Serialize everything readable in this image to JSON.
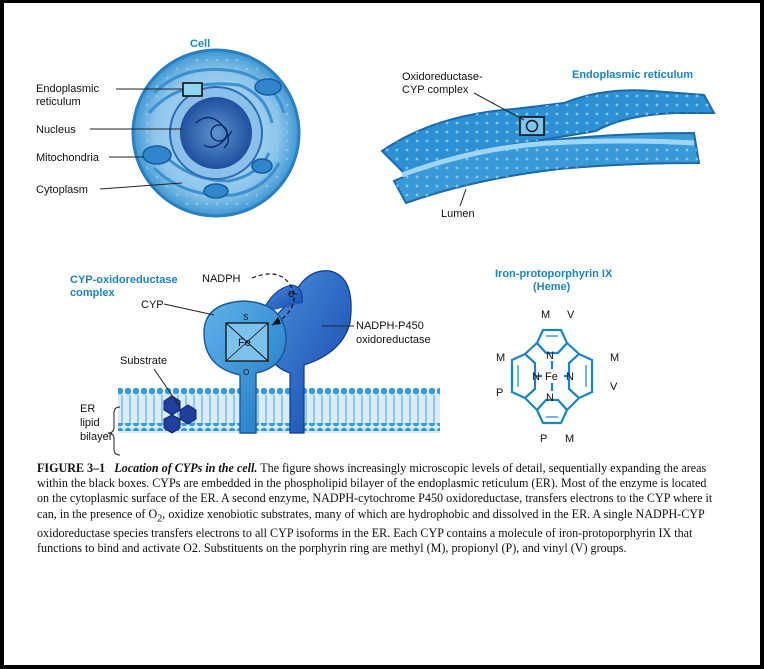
{
  "cell_panel": {
    "title": "Cell",
    "labels": [
      "Endoplasmic",
      "reticulum",
      "Nucleus",
      "Mitochondria",
      "Cytoplasm"
    ]
  },
  "er_panel": {
    "title": "Endoplasmic reticulum",
    "complex_label_1": "Oxidoreductase-",
    "complex_label_2": "CYP complex",
    "lumen": "Lumen"
  },
  "complex_panel": {
    "title_1": "CYP-oxidoreductase",
    "title_2": "complex",
    "nadph": "NADPH",
    "electron": "e-",
    "cyp": "CYP",
    "reductase_1": "NADPH-P450",
    "reductase_2": "oxidoreductase",
    "substrate": "Substrate",
    "s": "S",
    "fe": "Fe",
    "o": "O",
    "bilayer_1": "ER",
    "bilayer_2": "lipid",
    "bilayer_3": "bilayer"
  },
  "heme_panel": {
    "title_1": "Iron-protoporphyrin IX",
    "title_2": "(Heme)",
    "fe": "Fe",
    "n": "N",
    "m": "M",
    "v": "V",
    "p": "P"
  },
  "caption": {
    "figure": "FIGURE 3–1",
    "title": "Location of CYPs in the cell.",
    "text_1": "The figure shows increasingly microscopic levels of detail, sequentially expanding the areas within the black boxes. CYPs are embedded in the phospholipid bilayer of the endoplasmic reticulum (ER). Most of the enzyme is located on the cytoplasmic surface of the ER. A second enzyme, NADPH-cytochrome P450 oxidoreductase, transfers electrons to the CYP where it can, in the presence of O",
    "sub": "2",
    "text_2": ", oxidize xenobiotic substrates, many of which are hydrophobic and dissolved in the ER. A single NADPH-CYP oxidoreductase species transfers electrons to all CYP isoforms in the ER. Each CYP contains a molecule of iron-protoporphyrin IX that functions to bind and activate O2. Substituents on the porphyrin ring are methyl (M), propionyl (P), and vinyl (V) groups."
  }
}
